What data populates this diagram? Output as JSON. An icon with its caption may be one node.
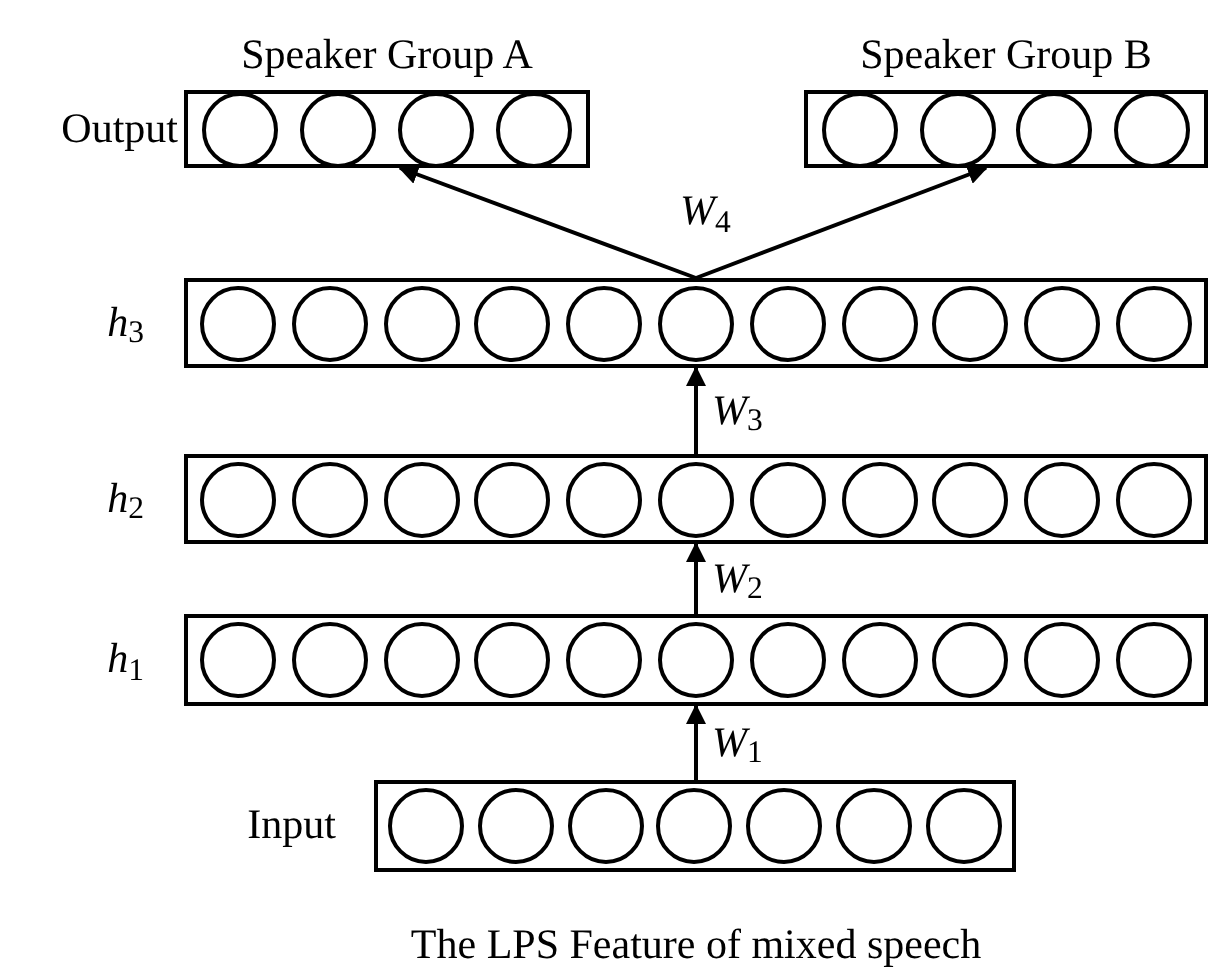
{
  "diagram": {
    "caption": "The LPS Feature of mixed speech",
    "nodes": [
      {
        "text": [
          "Speaker Group A"
        ],
        "beside": [
          "Output"
        ]
      },
      {
        "text": [],
        "shape": "circle",
        "in": 0
      },
      {
        "text": [],
        "shape": "circle",
        "in": 0
      },
      {
        "text": [],
        "shape": "circle",
        "in": 0
      },
      {
        "text": [],
        "shape": "circle",
        "in": 0
      },
      {
        "text": [
          "Speaker Group B"
        ]
      },
      {
        "text": [],
        "shape": "circle",
        "in": 5
      },
      {
        "text": [],
        "shape": "circle",
        "in": 5
      },
      {
        "text": [],
        "shape": "circle",
        "in": 5
      },
      {
        "text": [],
        "shape": "circle",
        "in": 5
      },
      {
        "text": [],
        "shape": "box",
        "beside": [
          "*h*$_{3}$"
        ]
      },
      {
        "text": [],
        "shape": "circle",
        "in": 10
      },
      {
        "text": [],
        "shape": "circle",
        "in": 10
      },
      {
        "text": [],
        "shape": "circle",
        "in": 10
      },
      {
        "text": [],
        "shape": "circle",
        "in": 10
      },
      {
        "text": [],
        "shape": "circle",
        "in": 10
      },
      {
        "text": [],
        "shape": "circle",
        "in": 10
      },
      {
        "text": [],
        "shape": "circle",
        "in": 10
      },
      {
        "text": [],
        "shape": "circle",
        "in": 10
      },
      {
        "text": [],
        "shape": "circle",
        "in": 10
      },
      {
        "text": [],
        "shape": "circle",
        "in": 10
      },
      {
        "text": [],
        "shape": "circle",
        "in": 10
      },
      {
        "text": [],
        "shape": "box",
        "beside": [
          "*h*$_{2}$"
        ]
      },
      {
        "text": [],
        "shape": "circle",
        "in": 22
      },
      {
        "text": [],
        "shape": "circle",
        "in": 22
      },
      {
        "text": [],
        "shape": "circle",
        "in": 22
      },
      {
        "text": [],
        "shape": "circle",
        "in": 22
      },
      {
        "text": [],
        "shape": "circle",
        "in": 22
      },
      {
        "text": [],
        "shape": "circle",
        "in": 22
      },
      {
        "text": [],
        "shape": "circle",
        "in": 22
      },
      {
        "text": [],
        "shape": "circle",
        "in": 22
      },
      {
        "text": [],
        "shape": "circle",
        "in": 22
      },
      {
        "text": [],
        "shape": "circle",
        "in": 22
      },
      {
        "text": [],
        "shape": "circle",
        "in": 22
      },
      {
        "text": [],
        "shape": "box",
        "beside": [
          "*h*$_{1}$"
        ]
      },
      {
        "text": [],
        "shape": "circle",
        "in": 34
      },
      {
        "text": [],
        "shape": "circle",
        "in": 34
      },
      {
        "text": [],
        "shape": "circle",
        "in": 34
      },
      {
        "text": [],
        "shape": "circle",
        "in": 34
      },
      {
        "text": [],
        "shape": "circle",
        "in": 34
      },
      {
        "text": [],
        "shape": "circle",
        "in": 34
      },
      {
        "text": [],
        "shape": "circle",
        "in": 34
      },
      {
        "text": [],
        "shape": "circle",
        "in": 34
      },
      {
        "text": [],
        "shape": "circle",
        "in": 34
      },
      {
        "text": [],
        "shape": "circle",
        "in": 34
      },
      {
        "text": [],
        "shape": "circle",
        "in": 34
      },
      {
        "text": [],
        "shape": "box",
        "beside": [
          "Input"
        ]
      },
      {
        "text": [],
        "shape": "circle",
        "in": 46
      },
      {
        "text": [],
        "shape": "circle",
        "in": 46
      },
      {
        "text": [],
        "shape": "circle",
        "in": 46
      },
      {
        "text": [],
        "shape": "circle",
        "in": 46
      },
      {
        "text": [],
        "shape": "circle",
        "in": 46
      },
      {
        "text": [],
        "shape": "circle",
        "in": 46
      },
      {
        "text": [],
        "shape": "circle",
        "in": 46
      }
    ],
    "edges": [
      {
        "from": 10,
        "to": 0,
        "arrow": "to"
      },
      {
        "from": 10,
        "to": 5,
        "arrow": "to"
      },
      {
        "from": 22,
        "to": 10,
        "arrow": "to",
        "label": "*W*$_{3}$"
      },
      {
        "from": 34,
        "to": 22,
        "arrow": "to",
        "label": "*W*$_{2}$"
      },
      {
        "from": 46,
        "to": 34,
        "arrow": "to",
        "label": "*W*$_{1}$"
      }
    ],
    "labels": [
      "*W*$_{4}$"
    ]
  }
}
